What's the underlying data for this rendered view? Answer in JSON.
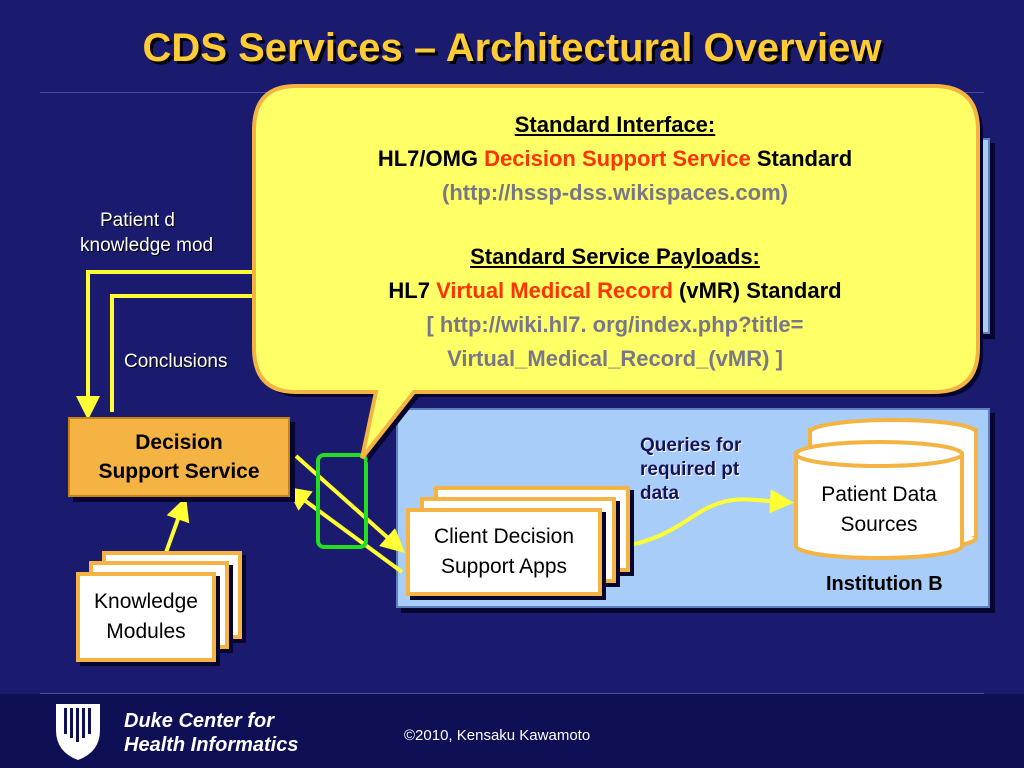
{
  "slide": {
    "title": "CDS Services – Architectural Overview",
    "background_color": "#1a1a6e",
    "title_color": "#ffcc33"
  },
  "callout": {
    "heading1": "Standard Interface:",
    "line1_prefix": "HL7/OMG",
    "line1_highlight": "Decision Support Service",
    "line1_suffix": "Standard",
    "line2": "(http://hssp-dss.wikispaces.com)",
    "heading2": "Standard Service Payloads:",
    "line3_prefix": "HL7",
    "line3_highlight": "Virtual Medical Record",
    "line3_suffix": "(vMR) Standard",
    "line4": "[ http://wiki.hl7. org/index.php?title=",
    "line5": "Virtual_Medical_Record_(vMR) ]",
    "fill_color": "#ffff66",
    "highlight_color": "#ff3300"
  },
  "labels": {
    "patient_data_line1": "Patient d",
    "patient_data_line2": "knowledge mod",
    "conclusions": "Conclusions"
  },
  "nodes": {
    "dss_line1": "Decision",
    "dss_line2": "Support Service",
    "knowledge_line1": "Knowledge",
    "knowledge_line2": "Modules",
    "client_line1": "Client Decision",
    "client_line2": "Support Apps",
    "patient_sources_line1": "Patient Data",
    "patient_sources_line2": "Sources",
    "queries_line1": "Queries for",
    "queries_line2": "required pt",
    "queries_line3": "data"
  },
  "institution_b": {
    "label": "Institution B",
    "color": "#a8cdf8"
  },
  "arrow_color": "#ffff33",
  "focus_color": "#22dd22",
  "footer": {
    "org_line1": "Duke Center for",
    "org_line2": "Health Informatics",
    "copyright": "©2010, Kensaku Kawamoto"
  },
  "icons": [
    "duke-shield-logo-icon"
  ]
}
